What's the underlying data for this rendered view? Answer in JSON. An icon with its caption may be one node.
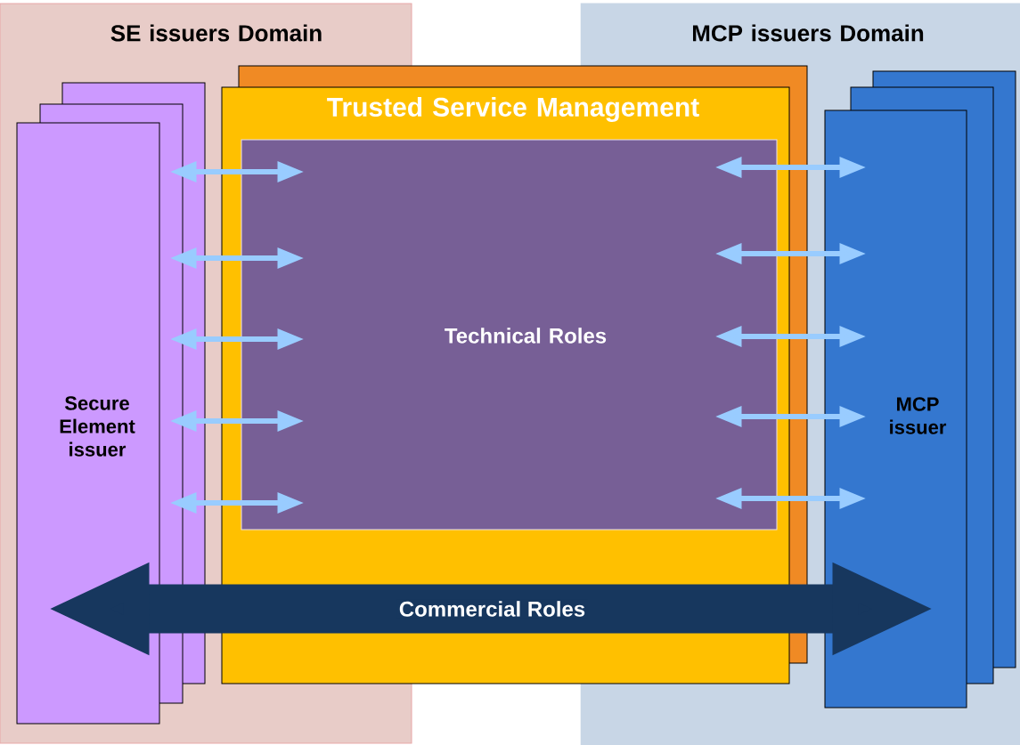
{
  "diagram": {
    "nodes": [
      {
        "text": [
          "SE issuers Domain"
        ]
      },
      {
        "text": [
          "MCP issuers Domain"
        ]
      },
      {
        "text": [
          "Secure Element issuer"
        ],
        "in": 0
      },
      {
        "text": [
          "Trusted Service Management"
        ]
      },
      {
        "text": [
          "Technical Roles"
        ],
        "in": 3
      },
      {
        "text": [
          "MCP issuer"
        ],
        "in": 1
      }
    ],
    "edges": [
      {
        "from": 2,
        "to": 4,
        "arrow": "both"
      },
      {
        "from": 2,
        "to": 4,
        "arrow": "both"
      },
      {
        "from": 2,
        "to": 4,
        "arrow": "both"
      },
      {
        "from": 2,
        "to": 4,
        "arrow": "both"
      },
      {
        "from": 2,
        "to": 4,
        "arrow": "both"
      },
      {
        "from": 4,
        "to": 5,
        "arrow": "both"
      },
      {
        "from": 4,
        "to": 5,
        "arrow": "both"
      },
      {
        "from": 4,
        "to": 5,
        "arrow": "both"
      },
      {
        "from": 4,
        "to": 5,
        "arrow": "both"
      },
      {
        "from": 4,
        "to": 5,
        "arrow": "both"
      },
      {
        "from": 2,
        "to": 5,
        "arrow": "both",
        "label": "Commercial Roles",
        "style": "thick",
        "color": "#17375e"
      }
    ]
  }
}
